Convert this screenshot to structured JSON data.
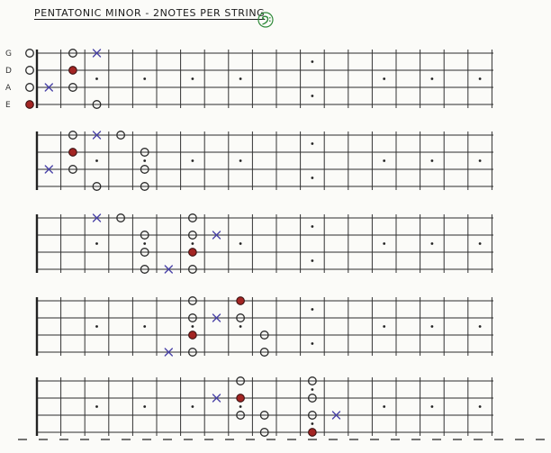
{
  "title": "PENTATONIC MINOR - 2NOTES PER STRING",
  "clef_icon": "bass-clef-icon",
  "string_labels": [
    "G",
    "D",
    "A",
    "E"
  ],
  "colors": {
    "root_note": "#a32523",
    "crossed_note": "#4a43a8",
    "ink": "#2a2a2a"
  },
  "diagrams": [
    {
      "has_string_labels": true,
      "notes": [
        {
          "string": 0,
          "fret": 0,
          "type": "open"
        },
        {
          "string": 1,
          "fret": 0,
          "type": "open"
        },
        {
          "string": 2,
          "fret": 0,
          "type": "open"
        },
        {
          "string": 3,
          "fret": 0,
          "type": "root"
        },
        {
          "string": 2,
          "fret": 1,
          "type": "cross"
        },
        {
          "string": 0,
          "fret": 2,
          "type": "open"
        },
        {
          "string": 1,
          "fret": 2,
          "type": "root"
        },
        {
          "string": 2,
          "fret": 2,
          "type": "open"
        },
        {
          "string": 3,
          "fret": 3,
          "type": "open"
        },
        {
          "string": 0,
          "fret": 3,
          "type": "cross"
        }
      ]
    },
    {
      "has_string_labels": false,
      "notes": [
        {
          "string": 0,
          "fret": 2,
          "type": "open"
        },
        {
          "string": 1,
          "fret": 2,
          "type": "root"
        },
        {
          "string": 2,
          "fret": 2,
          "type": "open"
        },
        {
          "string": 2,
          "fret": 1,
          "type": "cross"
        },
        {
          "string": 3,
          "fret": 3,
          "type": "open"
        },
        {
          "string": 0,
          "fret": 3,
          "type": "cross"
        },
        {
          "string": 0,
          "fret": 4,
          "type": "open"
        },
        {
          "string": 1,
          "fret": 5,
          "type": "open"
        },
        {
          "string": 2,
          "fret": 5,
          "type": "open"
        },
        {
          "string": 3,
          "fret": 5,
          "type": "open"
        }
      ]
    },
    {
      "has_string_labels": false,
      "notes": [
        {
          "string": 0,
          "fret": 3,
          "type": "cross"
        },
        {
          "string": 0,
          "fret": 4,
          "type": "open"
        },
        {
          "string": 1,
          "fret": 5,
          "type": "open"
        },
        {
          "string": 2,
          "fret": 5,
          "type": "open"
        },
        {
          "string": 3,
          "fret": 5,
          "type": "open"
        },
        {
          "string": 3,
          "fret": 6,
          "type": "cross"
        },
        {
          "string": 0,
          "fret": 7,
          "type": "open"
        },
        {
          "string": 1,
          "fret": 7,
          "type": "open"
        },
        {
          "string": 2,
          "fret": 7,
          "type": "root"
        },
        {
          "string": 3,
          "fret": 7,
          "type": "open"
        },
        {
          "string": 1,
          "fret": 8,
          "type": "cross"
        }
      ]
    },
    {
      "has_string_labels": false,
      "notes": [
        {
          "string": 3,
          "fret": 6,
          "type": "cross"
        },
        {
          "string": 0,
          "fret": 7,
          "type": "open"
        },
        {
          "string": 1,
          "fret": 7,
          "type": "open"
        },
        {
          "string": 2,
          "fret": 7,
          "type": "root"
        },
        {
          "string": 3,
          "fret": 7,
          "type": "open"
        },
        {
          "string": 1,
          "fret": 8,
          "type": "cross"
        },
        {
          "string": 0,
          "fret": 9,
          "type": "root"
        },
        {
          "string": 1,
          "fret": 9,
          "type": "open"
        },
        {
          "string": 2,
          "fret": 10,
          "type": "open"
        },
        {
          "string": 3,
          "fret": 10,
          "type": "open"
        }
      ]
    },
    {
      "has_string_labels": false,
      "notes": [
        {
          "string": 1,
          "fret": 8,
          "type": "cross"
        },
        {
          "string": 0,
          "fret": 9,
          "type": "open"
        },
        {
          "string": 1,
          "fret": 9,
          "type": "root"
        },
        {
          "string": 2,
          "fret": 9,
          "type": "open"
        },
        {
          "string": 2,
          "fret": 10,
          "type": "open"
        },
        {
          "string": 3,
          "fret": 10,
          "type": "open"
        },
        {
          "string": 0,
          "fret": 12,
          "type": "open"
        },
        {
          "string": 1,
          "fret": 12,
          "type": "open"
        },
        {
          "string": 2,
          "fret": 12,
          "type": "open"
        },
        {
          "string": 3,
          "fret": 12,
          "type": "root"
        },
        {
          "string": 2,
          "fret": 13,
          "type": "cross"
        }
      ]
    }
  ],
  "inlay_frets": [
    3,
    5,
    7,
    9,
    12,
    15,
    17,
    19
  ]
}
